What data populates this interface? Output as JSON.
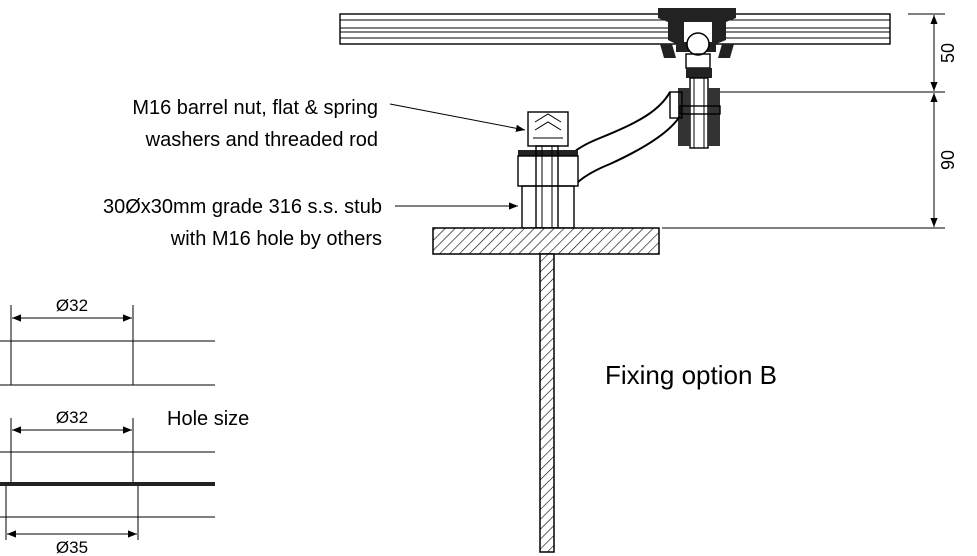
{
  "callouts": {
    "barrel_nut_line1": "M16 barrel nut, flat & spring",
    "barrel_nut_line2": "washers and threaded rod",
    "stub_line1": "30Øx30mm grade 316 s.s. stub",
    "stub_line2": "with M16 hole by others"
  },
  "titles": {
    "fixing_option": "Fixing option B",
    "hole_size": "Hole size"
  },
  "dimensions": {
    "top_gap": "50",
    "height": "90",
    "dia_top": "Ø32",
    "dia_middle": "Ø32",
    "dia_bottom": "Ø35"
  },
  "colors": {
    "line": "#000000",
    "background": "#ffffff",
    "fitting_dark": "#222222"
  }
}
